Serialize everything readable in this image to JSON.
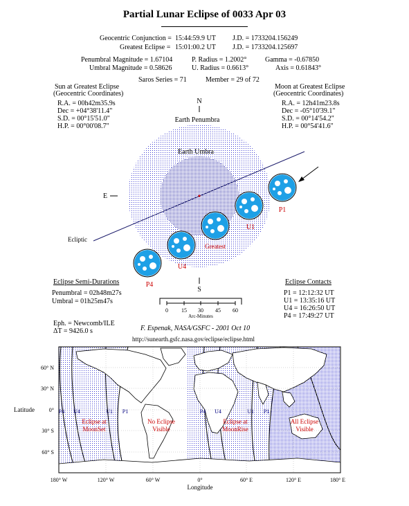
{
  "header": {
    "title": "Partial Lunar Eclipse of  0033 Apr 03"
  },
  "circumstances": {
    "geo_conj_label": "Geocentric Conjunction =",
    "geo_conj_value": "15:44:59.9 UT",
    "geo_conj_jd": "J.D. =   1733204.156249",
    "greatest_label": "Greatest Eclipse =",
    "greatest_value": "15:01:00.2 UT",
    "greatest_jd": "J.D. =   1733204.125697",
    "pen_mag": "Penumbral Magnitude =  1.67104",
    "umb_mag": "Umbral Magnitude =  0.58626",
    "p_radius": "P. Radius = 1.2002°",
    "u_radius": "U. Radius = 0.6613°",
    "gamma": "Gamma = -0.67850",
    "axis": "Axis =  0.61843°",
    "saros": "Saros Series =   71",
    "member": "Member = 29 of 72"
  },
  "sun": {
    "heading1": "Sun at Greatest Eclipse",
    "heading2": "(Geocentric Coordinates)",
    "ra": "R.A.  =   00h42m35.9s",
    "dec": "Dec  =  +04°38'11.4\"",
    "sd": "S.D.  =   00°15'51.0\"",
    "hp": "H.P.  =   00°00'08.7\""
  },
  "moon": {
    "heading1": "Moon at Greatest Eclipse",
    "heading2": "(Geocentric Coordinates)",
    "ra": "R.A.  =   12h41m23.8s",
    "dec": "Dec  =  -05°10'39.1\"",
    "sd": "S.D.  =   00°14'54.2\"",
    "hp": "H.P.  =   00°54'41.6\""
  },
  "diagram": {
    "n": "N",
    "s": "S",
    "e": "E",
    "penumbra": "Earth Penumbra",
    "umbra": "Earth Umbra",
    "ecliptic": "Ecliptic",
    "p1": "P1",
    "u1": "U1",
    "greatest": "Greatest",
    "u4": "U4",
    "p4": "P4",
    "scale_ticks": [
      "0",
      "15",
      "30",
      "45",
      "60"
    ],
    "scale_label": "Arc-Minutes"
  },
  "durations": {
    "heading": "Eclipse Semi-Durations",
    "penumbral": "Penumbral = 02h48m27s",
    "umbral": "Umbral =     01h25m47s"
  },
  "contacts": {
    "heading": "Eclipse Contacts",
    "p1": "P1 = 12:12:32 UT",
    "u1": "U1 = 13:35:16 UT",
    "u4": "U4 = 16:26:50 UT",
    "p4": "P4 = 17:49:27 UT"
  },
  "ephemeris": {
    "eph": "Eph. = Newcomb/ILE",
    "dt": "ΔT =     9426.0 s"
  },
  "credit": {
    "author": "F. Espenak, NASA/GSFC - 2001 Oct 10",
    "url": "http://sunearth.gsfc.nasa.gov/eclipse/eclipse.html"
  },
  "map": {
    "lat_ticks": [
      "60° N",
      "30° N",
      "0°",
      "30° S",
      "60° S"
    ],
    "lon_ticks": [
      "180° W",
      "120° W",
      "60° W",
      "0°",
      "60° E",
      "120° E",
      "180° E"
    ],
    "latitude_label": "Latitude",
    "longitude_label": "Longitude",
    "curve_labels_left": [
      "P4",
      "U4",
      "U1",
      "P1"
    ],
    "curve_labels_right": [
      "P4",
      "U4",
      "U1",
      "P1"
    ],
    "region_moonset_1": "Eclipse at",
    "region_moonset_2": "MoonSet",
    "region_novis_1": "No Eclipse",
    "region_novis_2": "Visible",
    "region_moonrise_1": "Eclipse at",
    "region_moonrise_2": "MoonRise",
    "region_allvis_1": "All Eclipse",
    "region_allvis_2": "Visible",
    "label_color": "#cc0000",
    "curve_label_color": "#000080"
  },
  "colors": {
    "penumbra_dot": "#3a3ad0",
    "umbra_dot": "#1a1aa0",
    "moon_blue": "#1ea0e6",
    "contact_red": "#cc0000"
  }
}
